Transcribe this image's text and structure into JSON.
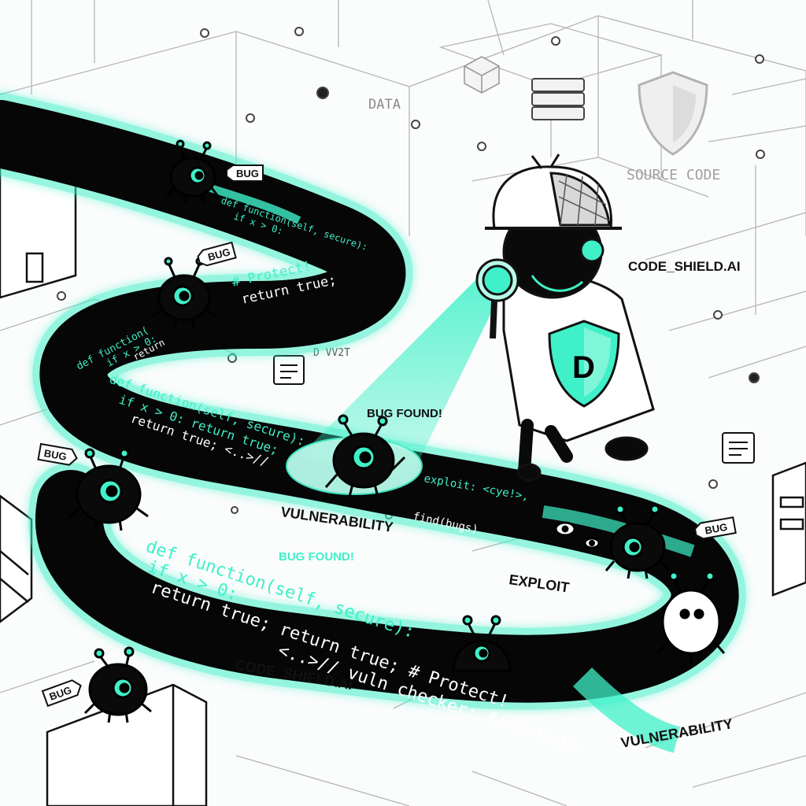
{
  "colors": {
    "ink": "#0b0b0b",
    "accent": "#3ff0c8",
    "accent_soft": "#b8fbea",
    "line": "#9a9a9a",
    "paper": "#fbfcfc"
  },
  "background": {
    "data_label": "DATA",
    "source_code_label": "SOURCE CODE",
    "shield_icon": "shield-icon",
    "server_icon": "database-icon",
    "box_icon": "package-icon"
  },
  "path_code": [
    {
      "text": "def function(self, secure):"
    },
    {
      "text": "if x > 0:"
    },
    {
      "text": "# Protect!"
    },
    {
      "text": "return true;"
    },
    {
      "text": "def function("
    },
    {
      "text": "if x > 0:"
    },
    {
      "text": "return"
    },
    {
      "text": "def function(self, secure):"
    },
    {
      "text": "if x > 0: return true;"
    },
    {
      "text": "return true; <..>//"
    },
    {
      "text": "exploit: <cye!>,"
    },
    {
      "text": "find(bugs)"
    },
    {
      "text": "def function(self, secure):"
    },
    {
      "text": "if x > 0:"
    },
    {
      "text": "return true; return true; # Protect!"
    },
    {
      "text": "<..>// vuln checker: find(bugs)"
    }
  ],
  "labels": {
    "bug": "BUG",
    "bug_found": "BUG FOUND!",
    "vulnerability": "VULNERABILITY",
    "exploit": "EXPLOIT",
    "brand": "CODE_SHIELD.AI",
    "scribble": "D VV2T"
  },
  "detective": {
    "shield_letter": "D",
    "icon": "magnifying-glass-icon"
  }
}
